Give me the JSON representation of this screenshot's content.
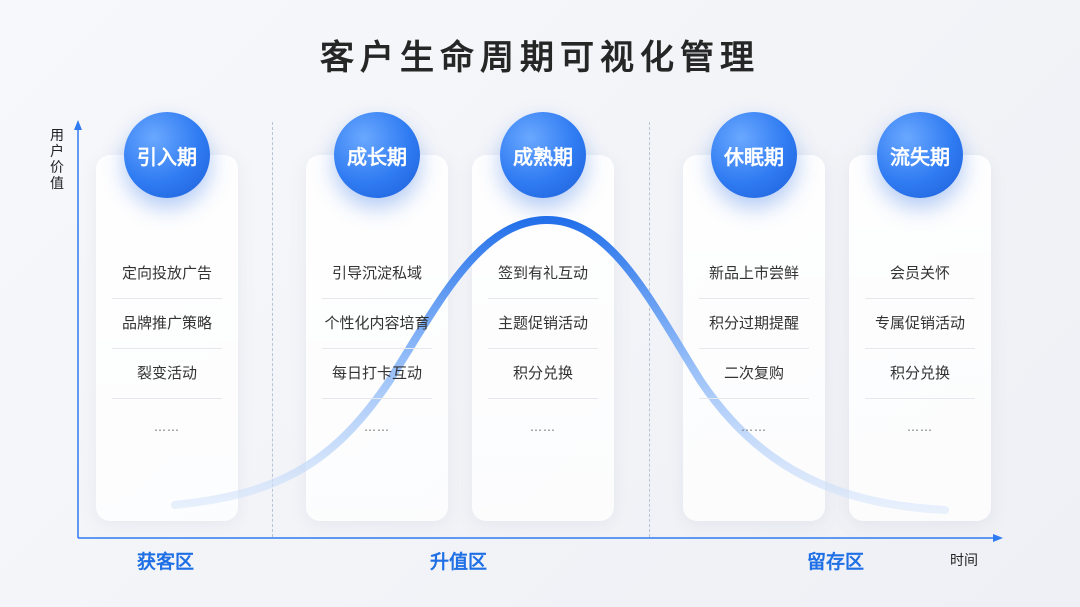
{
  "title": "客户生命周期可视化管理",
  "axis": {
    "y_label": "用户价值",
    "x_label": "时间"
  },
  "zones": [
    "获客区",
    "升值区",
    "留存区"
  ],
  "stages": [
    {
      "name": "引入期",
      "items": [
        "定向投放广告",
        "品牌推广策略",
        "裂变活动"
      ],
      "more": "……"
    },
    {
      "name": "成长期",
      "items": [
        "引导沉淀私域",
        "个性化内容培育",
        "每日打卡互动"
      ],
      "more": "……"
    },
    {
      "name": "成熟期",
      "items": [
        "签到有礼互动",
        "主题促销活动",
        "积分兑换"
      ],
      "more": "……"
    },
    {
      "name": "休眠期",
      "items": [
        "新品上市尝鲜",
        "积分过期提醒",
        "二次复购"
      ],
      "more": "……"
    },
    {
      "name": "流失期",
      "items": [
        "会员关怀",
        "专属促销活动",
        "积分兑换"
      ],
      "more": "……"
    }
  ],
  "colors": {
    "accent": "#2f7bf2",
    "zone_text": "#1f6fe5"
  }
}
